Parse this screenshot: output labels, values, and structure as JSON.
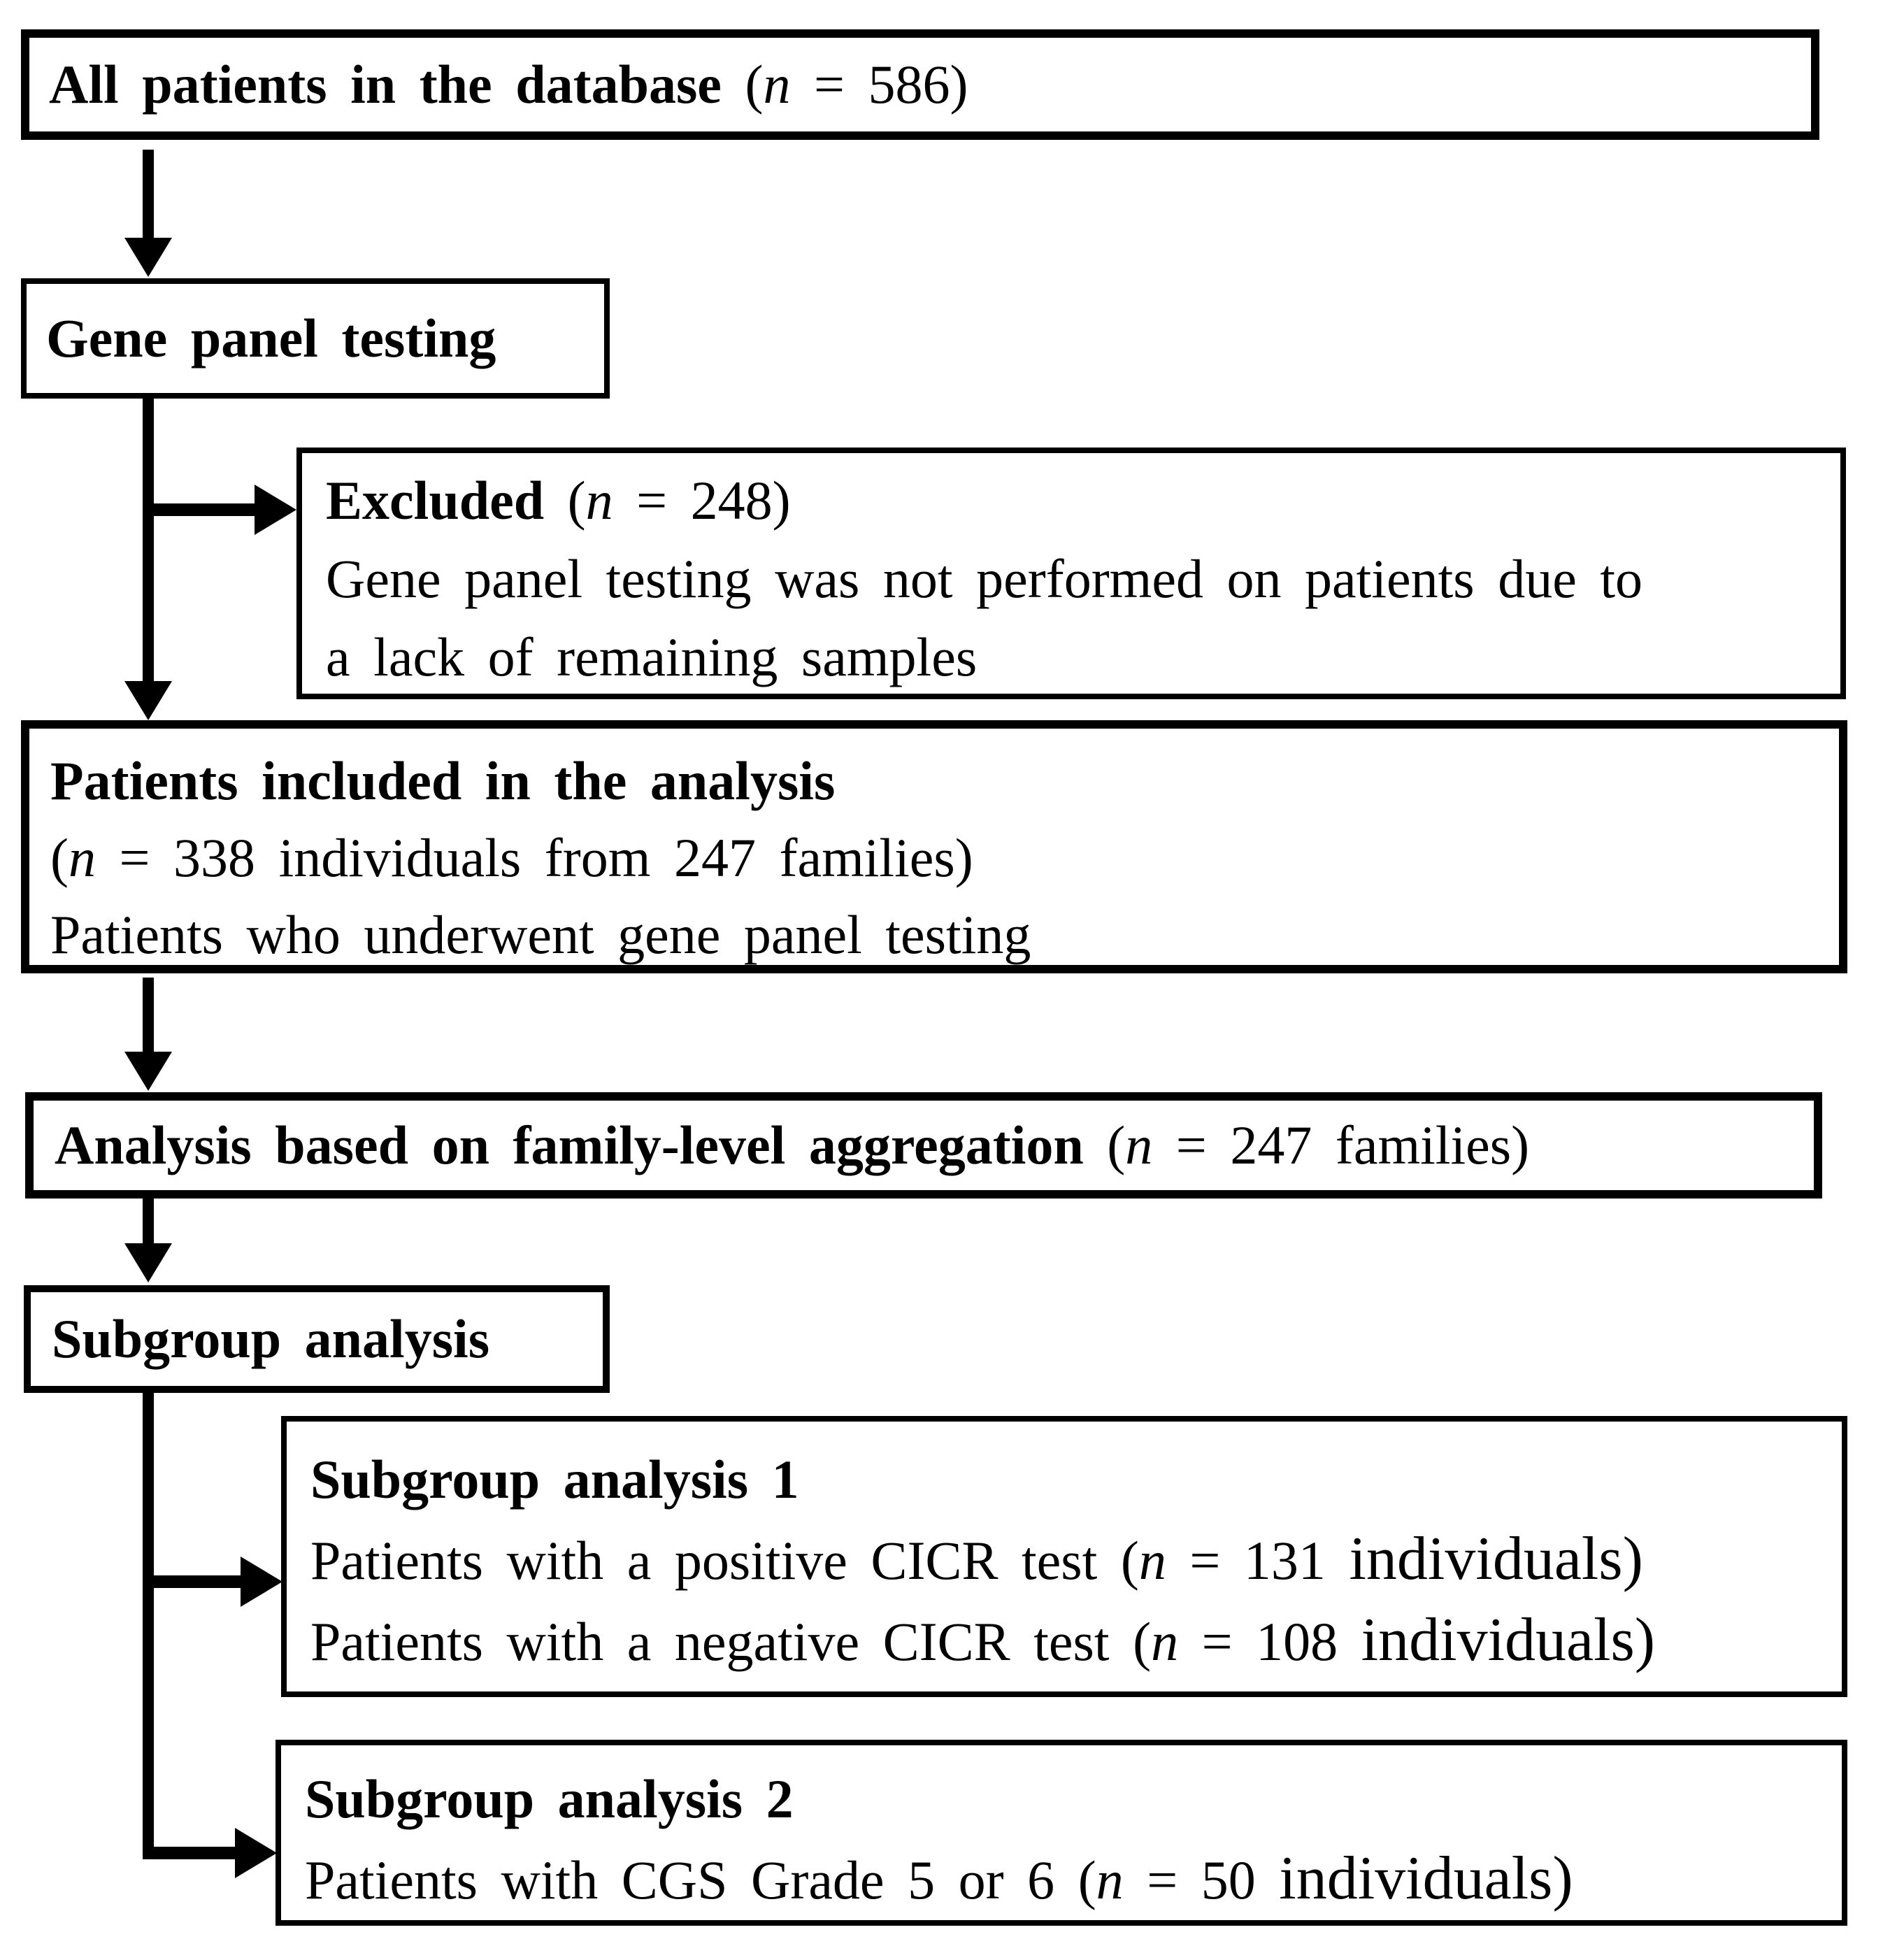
{
  "diagram": {
    "type": "flowchart",
    "title": "Patient selection flow diagram",
    "background_color": "#ffffff",
    "line_color": "#000000",
    "boxes": {
      "all_patients": {
        "lines": [
          [
            {
              "text": "All patients in the database ",
              "style": "bold"
            },
            {
              "text": "(",
              "style": "normal"
            },
            {
              "text": "n",
              "style": "italic"
            },
            {
              "text": " = 586)",
              "style": "normal"
            }
          ]
        ]
      },
      "gene_panel": {
        "lines": [
          [
            {
              "text": "Gene panel testing",
              "style": "bold"
            }
          ]
        ]
      },
      "excluded": {
        "lines": [
          [
            {
              "text": "Excluded ",
              "style": "bold"
            },
            {
              "text": "(",
              "style": "normal"
            },
            {
              "text": "n",
              "style": "italic"
            },
            {
              "text": " = 248)",
              "style": "normal"
            }
          ],
          [
            {
              "text": "Gene panel testing was not performed on patients due to",
              "style": "normal"
            }
          ],
          [
            {
              "text": "a lack of remaining samples",
              "style": "normal"
            }
          ]
        ]
      },
      "included": {
        "lines": [
          [
            {
              "text": "Patients included in the analysis",
              "style": "bold"
            }
          ],
          [
            {
              "text": "(",
              "style": "normal"
            },
            {
              "text": "n",
              "style": "italic"
            },
            {
              "text": " = 338 individuals from 247 families)",
              "style": "normal"
            }
          ],
          [
            {
              "text": "Patients who underwent gene panel testing",
              "style": "normal"
            }
          ]
        ]
      },
      "family_aggregation": {
        "lines": [
          [
            {
              "text": "Analysis based on family-level aggregation ",
              "style": "bold"
            },
            {
              "text": "(",
              "style": "normal"
            },
            {
              "text": "n",
              "style": "italic"
            },
            {
              "text": " = 247 families)",
              "style": "normal"
            }
          ]
        ]
      },
      "subgroup": {
        "lines": [
          [
            {
              "text": "Subgroup analysis",
              "style": "bold"
            }
          ]
        ]
      },
      "subgroup1": {
        "lines": [
          [
            {
              "text": "Subgroup analysis 1",
              "style": "bold"
            }
          ],
          [
            {
              "text": "Patients with a positive CICR test (",
              "style": "normal"
            },
            {
              "text": "n",
              "style": "italic"
            },
            {
              "text": " = 131 ",
              "style": "normal"
            },
            {
              "text": "individuals)",
              "style": "large"
            }
          ],
          [
            {
              "text": "Patients with a negative CICR test (",
              "style": "normal"
            },
            {
              "text": "n",
              "style": "italic"
            },
            {
              "text": " = 108 ",
              "style": "normal"
            },
            {
              "text": "individuals)",
              "style": "large"
            }
          ]
        ]
      },
      "subgroup2": {
        "lines": [
          [
            {
              "text": "Subgroup analysis 2",
              "style": "bold"
            }
          ],
          [
            {
              "text": "Patients with CGS Grade 5 or 6 (",
              "style": "normal"
            },
            {
              "text": "n",
              "style": "italic"
            },
            {
              "text": " = 50 ",
              "style": "normal"
            },
            {
              "text": "individuals)",
              "style": "large"
            }
          ]
        ]
      }
    }
  }
}
